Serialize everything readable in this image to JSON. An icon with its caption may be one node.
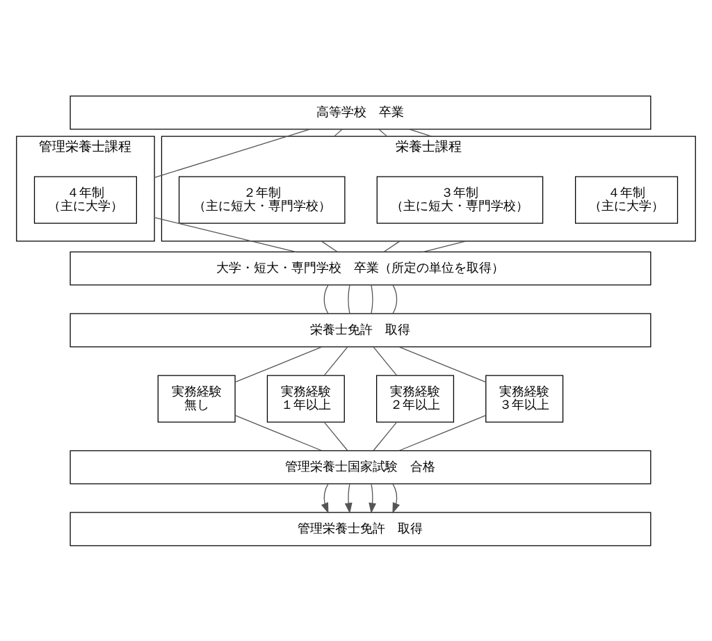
{
  "diagram": {
    "nodes": [
      {
        "text": [
          "高等学校　卒業"
        ]
      },
      {
        "text": [
          "管理栄養士課程"
        ]
      },
      {
        "text": [
          "４年制",
          "（主に大学）"
        ],
        "in": 1
      },
      {
        "text": [
          "栄養士課程"
        ]
      },
      {
        "text": [
          "４年制",
          "（主に大学）"
        ],
        "in": 3
      },
      {
        "text": [
          "３年制",
          "（主に短大・専門学校）"
        ],
        "in": 3
      },
      {
        "text": [
          "２年制",
          "（主に短大・専門学校）"
        ],
        "in": 3
      },
      {
        "text": [
          "大学・短大・専門学校　卒業（所定の単位を取得）"
        ]
      },
      {
        "text": [
          "栄養士免許　取得"
        ]
      },
      {
        "text": [
          "実務経験",
          "無し"
        ]
      },
      {
        "text": [
          "実務経験",
          "１年以上"
        ]
      },
      {
        "text": [
          "実務経験",
          "２年以上"
        ]
      },
      {
        "text": [
          "実務経験",
          "３年以上"
        ]
      },
      {
        "text": [
          "管理栄養士国家試験　合格"
        ]
      },
      {
        "text": [
          "管理栄養士免許　取得"
        ]
      }
    ],
    "edges": [
      {
        "from": 0,
        "to": 1,
        "arrow": "none"
      },
      {
        "from": 0,
        "to": 3,
        "arrow": "none"
      },
      {
        "from": 0,
        "to": 3,
        "arrow": "none"
      },
      {
        "from": 0,
        "to": 3,
        "arrow": "none"
      },
      {
        "from": 1,
        "to": 7,
        "arrow": "none"
      },
      {
        "from": 3,
        "to": 7,
        "arrow": "none"
      },
      {
        "from": 3,
        "to": 7,
        "arrow": "none"
      },
      {
        "from": 3,
        "to": 7,
        "arrow": "none"
      },
      {
        "from": 7,
        "to": 8,
        "arrow": "none"
      },
      {
        "from": 7,
        "to": 8,
        "arrow": "none"
      },
      {
        "from": 7,
        "to": 8,
        "arrow": "none"
      },
      {
        "from": 7,
        "to": 8,
        "arrow": "none"
      },
      {
        "from": 8,
        "to": 9,
        "arrow": "none"
      },
      {
        "from": 8,
        "to": 10,
        "arrow": "none"
      },
      {
        "from": 8,
        "to": 11,
        "arrow": "none"
      },
      {
        "from": 8,
        "to": 12,
        "arrow": "none"
      },
      {
        "from": 9,
        "to": 13,
        "arrow": "none"
      },
      {
        "from": 10,
        "to": 13,
        "arrow": "none"
      },
      {
        "from": 11,
        "to": 13,
        "arrow": "none"
      },
      {
        "from": 12,
        "to": 13,
        "arrow": "none"
      },
      {
        "from": 13,
        "to": 14,
        "arrow": "to"
      },
      {
        "from": 13,
        "to": 14,
        "arrow": "to"
      },
      {
        "from": 13,
        "to": 14,
        "arrow": "to"
      },
      {
        "from": 13,
        "to": 14,
        "arrow": "to"
      }
    ]
  }
}
